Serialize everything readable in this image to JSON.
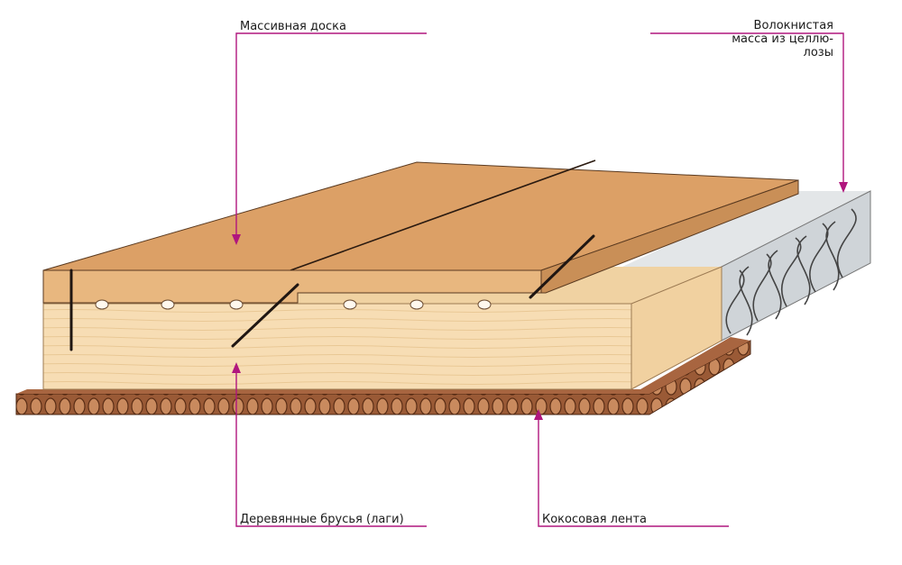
{
  "labels": {
    "board": "Массивная доска",
    "insulation": "Волокнистая\nмасса из целлю-\nлозы",
    "joists": "Деревянные брусья (лаги)",
    "coconut": "Кокосовая лента"
  },
  "colors": {
    "leader": "#b0167e",
    "board_top": "#dca066",
    "board_front": "#e7b57e",
    "joist_front": "#f6dcb3",
    "joist_top": "#f1d3a4",
    "insulation": "#d9dde0",
    "coconut": "#8a4e2e",
    "screw": "#1f1612"
  }
}
